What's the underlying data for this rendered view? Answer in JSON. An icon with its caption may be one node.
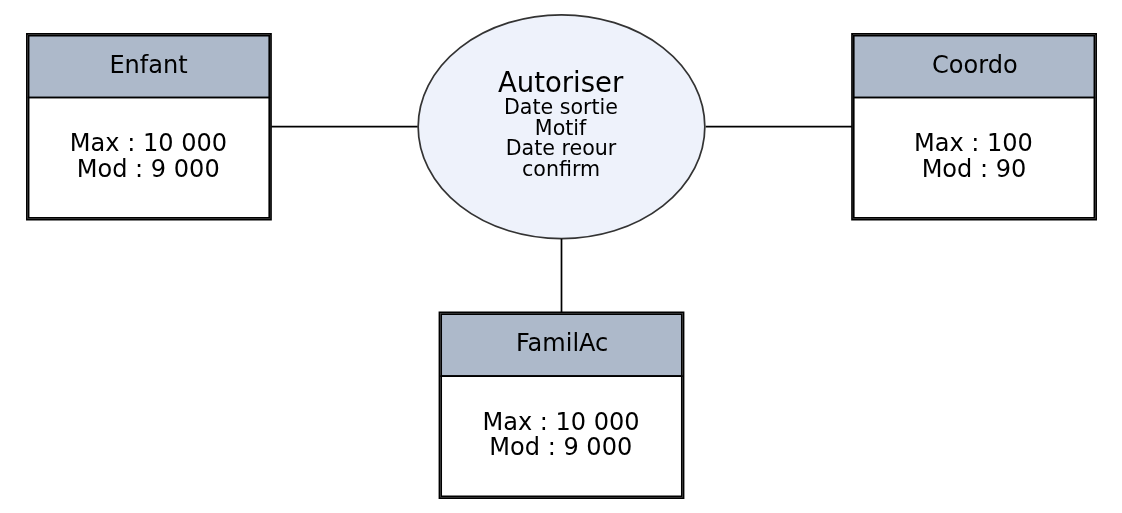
{
  "diagram": {
    "nodes": [
      {
        "text": [
          "Enfant",
          "Max : 10 000",
          "Mod : 9 000"
        ]
      },
      {
        "text": [
          "Autoriser",
          "Date sortie",
          "Motif",
          "Date reour",
          "confirm"
        ]
      },
      {
        "text": [
          "Coordo",
          "Max : 100",
          "Mod : 90"
        ]
      },
      {
        "text": [
          "FamilAc",
          "Max : 10 000",
          "Mod : 9 000"
        ]
      }
    ],
    "edges": [
      {
        "from": 0,
        "to": 1,
        "arrow": "none"
      },
      {
        "from": 1,
        "to": 2,
        "arrow": "none"
      },
      {
        "from": 1,
        "to": 3,
        "arrow": "none"
      }
    ]
  }
}
